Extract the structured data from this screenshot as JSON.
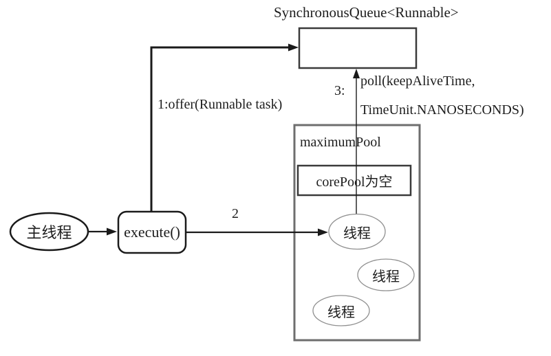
{
  "title": "SynchronousQueue<Runnable>",
  "nodes": {
    "main_thread": {
      "label": "主线程"
    },
    "execute": {
      "label": "execute()"
    },
    "maximum_pool": {
      "label": "maximumPool"
    },
    "core_pool": {
      "label": "corePool为空"
    },
    "thread_1": {
      "label": "线程"
    },
    "thread_2": {
      "label": "线程"
    },
    "thread_3": {
      "label": "线程"
    }
  },
  "edges": {
    "offer": {
      "label": "1:offer(Runnable task)"
    },
    "step_2": {
      "label": "2"
    },
    "step_3": {
      "label": "3:",
      "line1": "poll(keepAliveTime,",
      "line2": "TimeUnit.NANOSECONDS)"
    }
  },
  "colors": {
    "line_black": "#1a1a1a",
    "pool_border_gray": "#6e6e6e",
    "box_border_dark": "#3a3a3a",
    "thread_ellipse_gray": "#8f8f8f",
    "background": "#ffffff",
    "text": "#1d1d1d"
  }
}
